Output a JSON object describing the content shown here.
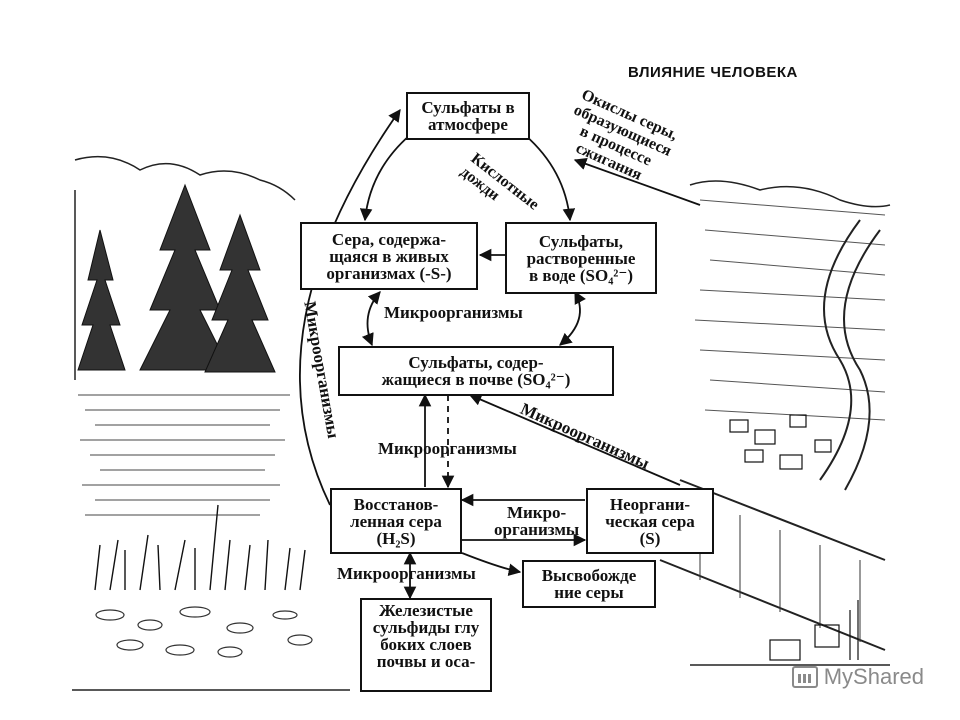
{
  "diagram": {
    "title": "ВЛИЯНИЕ ЧЕЛОВЕКА",
    "nodes": {
      "atm_sulfates": "Сульфаты в\nатмосфере",
      "organic_sulfur": "Сера, содержа-\nщаяся в живых\nорганизмах (-S-)",
      "water_sulfates": "Сульфаты,\nрастворенные\nв воде  (SO₄²⁻)",
      "soil_sulfates": "Сульфаты, содер-\nжащиеся в почве (SO₄²⁻)",
      "reduced_sulfur": "Восстанов-\nленная сера\n(H₂S)",
      "inorganic_sulfur": "Неоргани-\nческая сера\n(S)",
      "sulfur_release": "Высвобожде\nние серы",
      "iron_sulfides": "Железистые\nсульфиды глу\nбоких слоев\nпочвы и оса-"
    },
    "labels": {
      "acid_rain": "Кислотные\nдожди",
      "sulfur_oxides": "Окислы серы,\nобразующиеся\nв процессе\nсжигания",
      "microbes_1": "Микроорганизмы",
      "microbes_2": "Микроорганизмы",
      "microbes_3": "Микро-\nорганизмы",
      "microbes_4": "Микроорганизмы",
      "microbes_left": "Микроорганизмы",
      "microbes_diag": "Микроорганизмы"
    }
  },
  "watermark": {
    "text": "MyShared"
  },
  "colors": {
    "ink": "#111111",
    "background": "#ffffff",
    "watermark": "#8a8a8a"
  }
}
